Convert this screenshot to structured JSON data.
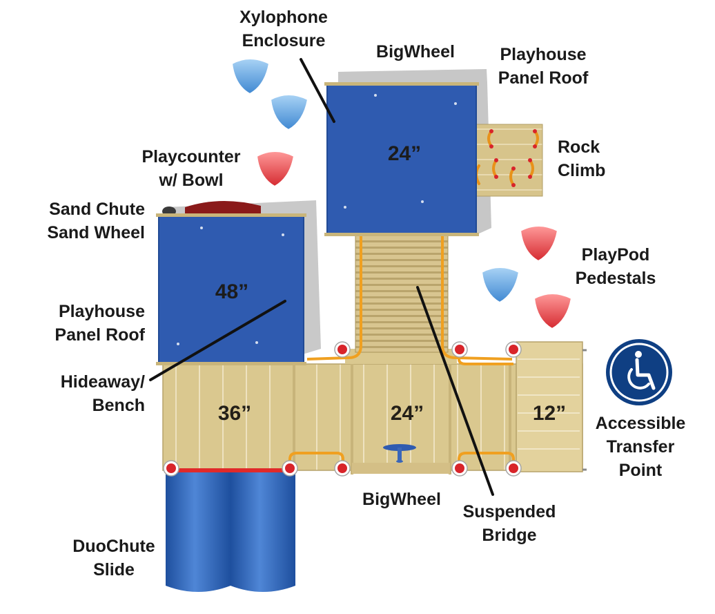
{
  "labels": {
    "xylophone": [
      "Xylophone",
      "Enclosure"
    ],
    "bigwheel_top": "BigWheel",
    "playhouse_roof_top": [
      "Playhouse",
      "Panel Roof"
    ],
    "rock_climb": [
      "Rock",
      "Climb"
    ],
    "playcounter": [
      "Playcounter",
      "w/ Bowl"
    ],
    "sand": [
      "Sand Chute",
      "Sand Wheel"
    ],
    "playpod": [
      "PlayPod",
      "Pedestals"
    ],
    "playhouse_roof_left": [
      "Playhouse",
      "Panel Roof"
    ],
    "hideaway": [
      "Hideaway/",
      "Bench"
    ],
    "accessible": [
      "Accessible",
      "Transfer",
      "Point"
    ],
    "bigwheel_bottom": "BigWheel",
    "suspended_bridge": [
      "Suspended",
      "Bridge"
    ],
    "duochute": [
      "DuoChute",
      "Slide"
    ]
  },
  "heights": {
    "roof_top": "24”",
    "roof_left": "48”",
    "deck_left": "36”",
    "deck_center": "24”",
    "deck_right": "12”"
  },
  "colors": {
    "roof_blue": "#2f5bb0",
    "deck_tan": "#d9c58e",
    "pod_blue": "#5aa0df",
    "pod_red": "#e0393e",
    "post_red": "#d8242a",
    "rail_orange": "#f0a020",
    "slide_blue": "#2d63b8",
    "access_navy": "#0f3f83"
  }
}
